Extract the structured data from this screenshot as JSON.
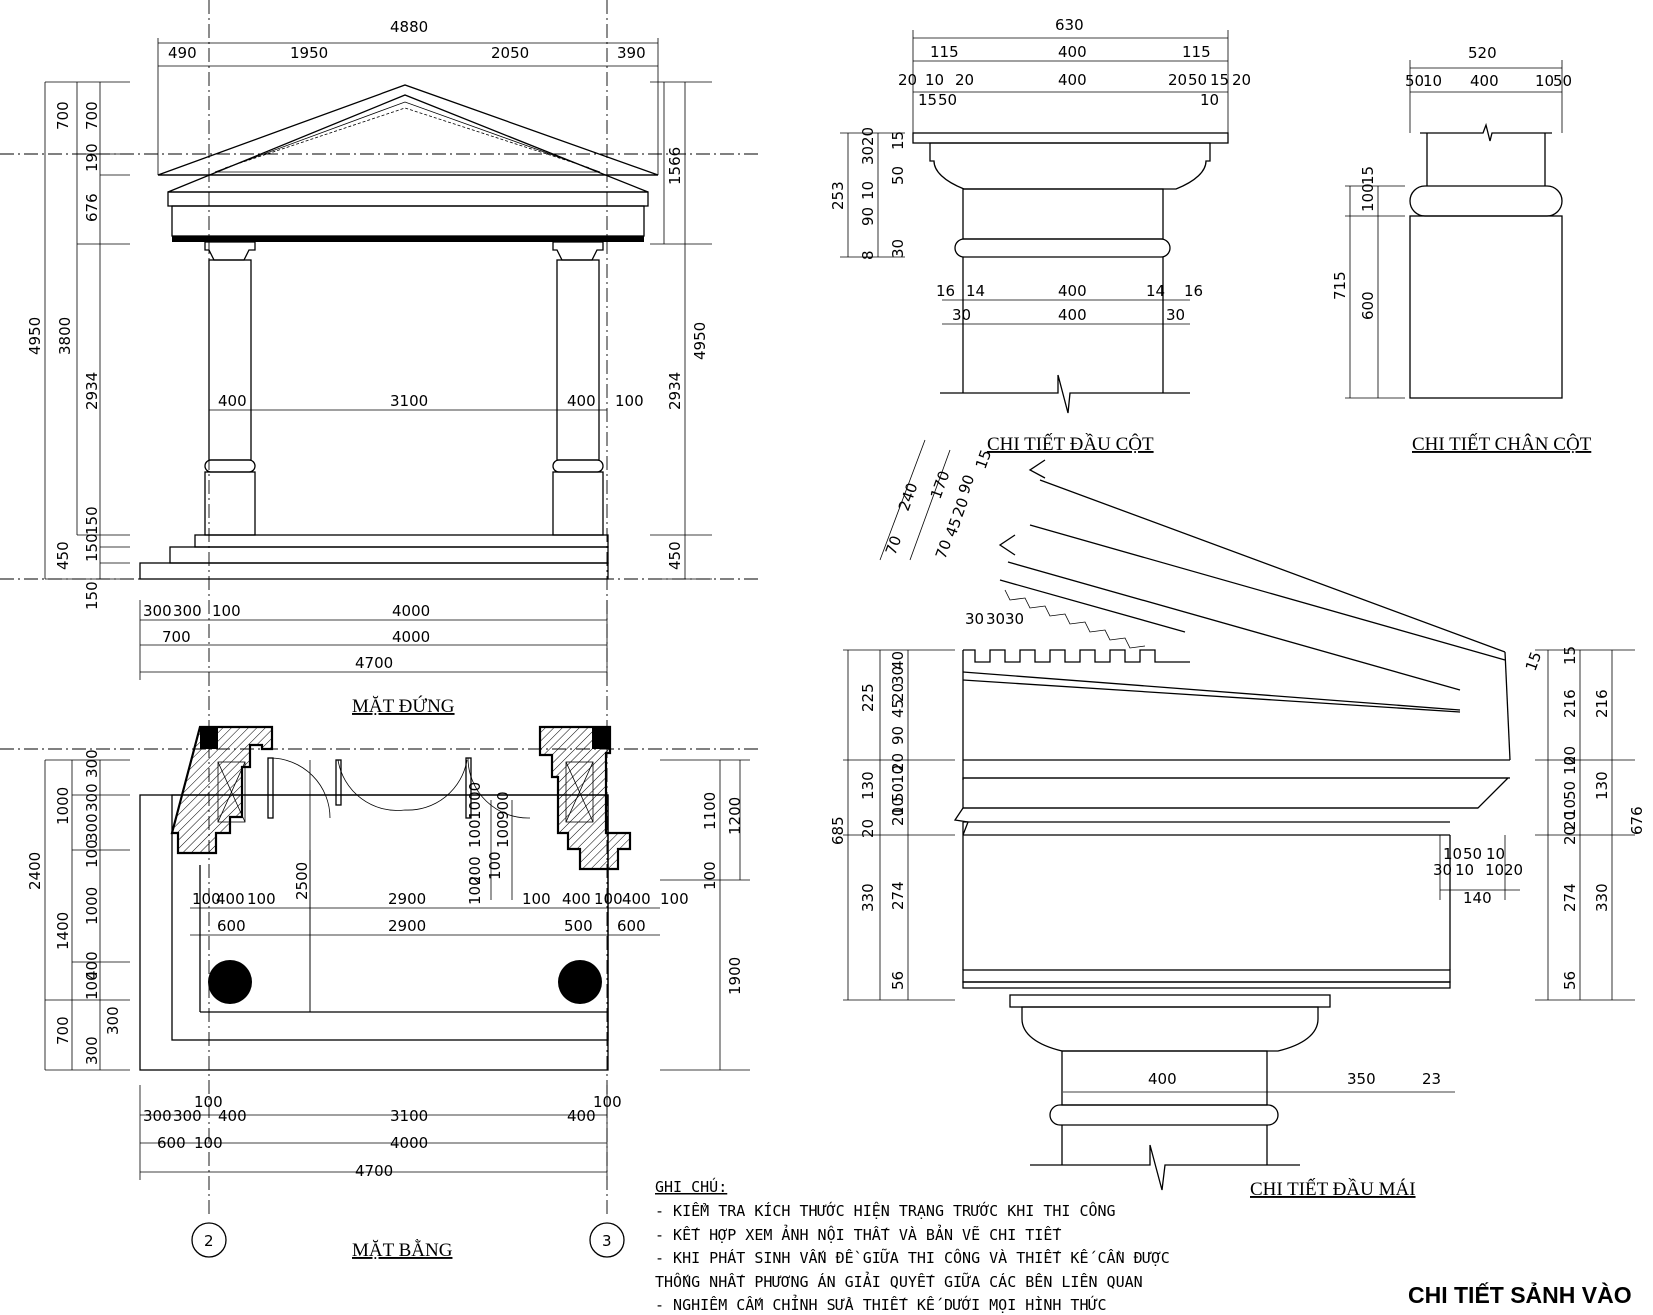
{
  "titles": {
    "elevation": "MẶT ĐỨNG",
    "plan": "MẶT BẰNG",
    "column_capital": "CHI TIẾT ĐẦU CỘT",
    "column_base": "CHI TIẾT CHÂN CỘT",
    "roof_eave": "CHI TIẾT ĐẦU MÁI",
    "sheet": "CHI TIẾT SẢNH VÀO"
  },
  "grid_labels": [
    "2",
    "3"
  ],
  "notes": {
    "heading": "GHI CHÚ:",
    "lines": [
      "- KIỂM TRA KÍCH THƯỚC HIỆN TRẠNG TRƯỚC KHI THI CÔNG",
      "- KẾT HỢP XEM ẢNH NỘI THẤT VÀ BẢN VẼ CHI TIẾT",
      "- KHI PHÁT SINH VẤN ĐỀ GIỮA THI CÔNG VÀ THIẾT KẾ CẦN ĐƯỢC",
      "THỐNG NHẤT PHƯƠNG ÁN GIẢI QUYẾT GIỮA CÁC BÊN LIÊN QUAN",
      "- NGHIÊM CẤM CHỈNH SỬA THIẾT KẾ DƯỚI MỌI HÌNH THỨC"
    ]
  },
  "dimensions": {
    "elev_top": [
      "4880",
      "490",
      "1950",
      "2050",
      "390"
    ],
    "elev_left": [
      "700",
      "700",
      "190",
      "676",
      "4950",
      "3800",
      "2934",
      "150",
      "450",
      "150",
      "150"
    ],
    "elev_right": [
      "1566",
      "4950",
      "2934",
      "450"
    ],
    "elev_mid": [
      "400",
      "3100",
      "400",
      "100"
    ],
    "elev_bottom": [
      "300",
      "300",
      "100",
      "4000",
      "700",
      "4000",
      "4700"
    ],
    "plan_left": [
      "300",
      "1000",
      "300",
      "300",
      "100",
      "1000",
      "2400",
      "1400",
      "400",
      "100",
      "300",
      "700",
      "300"
    ],
    "plan_mid": [
      "2500",
      "1000",
      "900",
      "100",
      "100",
      "200",
      "100",
      "100"
    ],
    "plan_right": [
      "1100",
      "1200",
      "100",
      "1900"
    ],
    "plan_row1": [
      "100",
      "400",
      "100",
      "2900",
      "100",
      "400",
      "100",
      "400",
      "100"
    ],
    "plan_row2": [
      "600",
      "2900",
      "500",
      "600"
    ],
    "plan_bottom": [
      "100",
      "300",
      "300",
      "400",
      "3100",
      "400",
      "100",
      "600",
      "100",
      "4000",
      "4700"
    ],
    "capital_top": [
      "630",
      "115",
      "400",
      "115",
      "20",
      "10",
      "20",
      "400",
      "20",
      "50",
      "15",
      "20",
      "15",
      "50",
      "10"
    ],
    "capital_left": [
      "20",
      "30",
      "15",
      "50",
      "10",
      "253",
      "90",
      "8",
      "30"
    ],
    "capital_mid": [
      "16",
      "14",
      "400",
      "14",
      "16",
      "30",
      "400",
      "30"
    ],
    "base_top": [
      "520",
      "50",
      "10",
      "400",
      "10",
      "50"
    ],
    "base_left": [
      "15",
      "100",
      "715",
      "600"
    ],
    "eave_slope": [
      "240",
      "170",
      "90",
      "15",
      "20",
      "45",
      "70",
      "70",
      "15"
    ],
    "eave_dentil": [
      "30",
      "30",
      "30"
    ],
    "eave_left": [
      "40",
      "30",
      "225",
      "20",
      "45",
      "90",
      "685",
      "20",
      "10",
      "130",
      "50",
      "10",
      "20",
      "20",
      "330",
      "274",
      "56"
    ],
    "eave_right": [
      "15",
      "216",
      "216",
      "10",
      "20",
      "130",
      "50",
      "10",
      "676",
      "20",
      "20",
      "274",
      "330",
      "56"
    ],
    "eave_inner": [
      "10",
      "50",
      "10",
      "30",
      "10",
      "10",
      "20",
      "140"
    ],
    "eave_bottom": [
      "400",
      "350",
      "23"
    ]
  }
}
